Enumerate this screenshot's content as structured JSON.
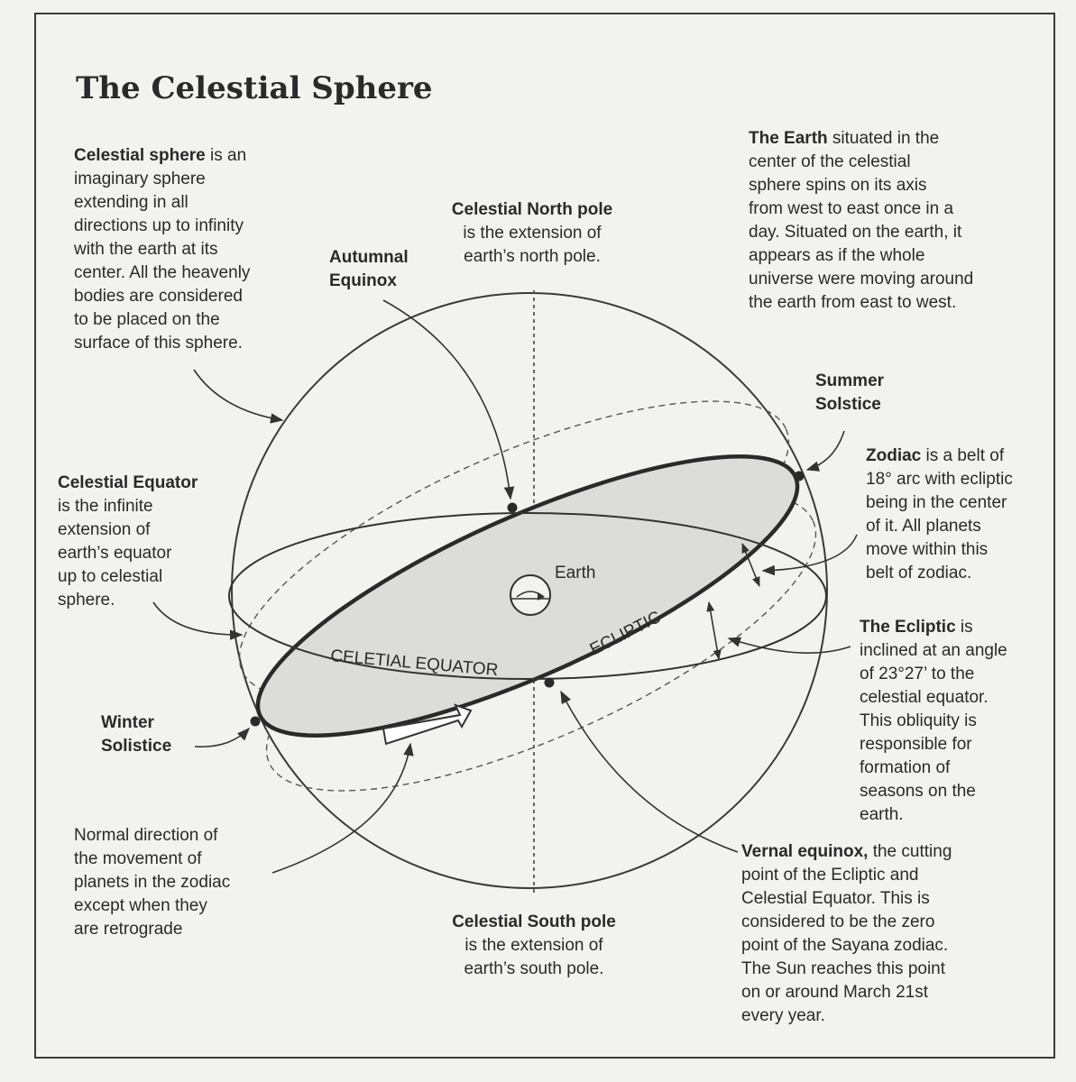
{
  "title": "The Celestial Sphere",
  "annotations": {
    "celestial_sphere": {
      "term": "Celestial sphere",
      "lines": [
        " is an",
        "imaginary sphere",
        "extending in all",
        "directions up to infinity",
        "with the earth at its",
        "center. All the heavenly",
        "bodies are considered",
        "to be placed on the",
        "surface of this sphere."
      ]
    },
    "north_pole": {
      "term": "Celestial North pole",
      "lines": [
        "is the extension of",
        "earth’s north pole."
      ]
    },
    "autumnal_equinox": {
      "lines": [
        "Autumnal",
        "Equinox"
      ]
    },
    "the_earth": {
      "term": "The Earth",
      "lines": [
        " situated in the",
        "center of the celestial",
        "sphere spins on its axis",
        "from west to east once in a",
        "day. Situated on the earth, it",
        "appears as if the whole",
        "universe were moving around",
        "the earth from east to west."
      ]
    },
    "summer_solstice": {
      "lines": [
        "Summer",
        "Solstice"
      ]
    },
    "zodiac": {
      "term": "Zodiac",
      "lines": [
        " is a belt of",
        "18° arc with ecliptic",
        "being in the center",
        "of it. All planets",
        "move within this",
        "belt of zodiac."
      ]
    },
    "celestial_equator": {
      "term": "Celestial Equator",
      "lines": [
        "is the infinite",
        "extension of",
        "earth’s equator",
        "up to celestial",
        "sphere."
      ]
    },
    "the_ecliptic": {
      "term": "The Ecliptic",
      "lines": [
        " is",
        "inclined at an angle",
        "of 23°27’ to the",
        "celestial equator.",
        "This obliquity is",
        "responsible for",
        "formation of",
        "seasons on the",
        "earth."
      ]
    },
    "winter_solstice": {
      "lines": [
        "Winter",
        "Solistice"
      ]
    },
    "normal_direction": {
      "lines": [
        "Normal direction of",
        "the movement of",
        "planets in the zodiac",
        "except when they",
        "are retrograde"
      ]
    },
    "south_pole": {
      "term": "Celestial South pole",
      "lines": [
        "is the extension of",
        "earth’s south pole."
      ]
    },
    "vernal_equinox": {
      "term": "Vernal equinox,",
      "lines": [
        " the cutting",
        "point of the Ecliptic and",
        "Celestial Equator. This is",
        "considered to be the zero",
        "point of the Sayana zodiac.",
        "The Sun reaches this point",
        "on or around March 21st",
        "every year."
      ]
    }
  },
  "diagram_labels": {
    "earth": "Earth",
    "celestial_equator": "CELETIAL EQUATOR",
    "ecliptic": "ECLIPTIC"
  }
}
